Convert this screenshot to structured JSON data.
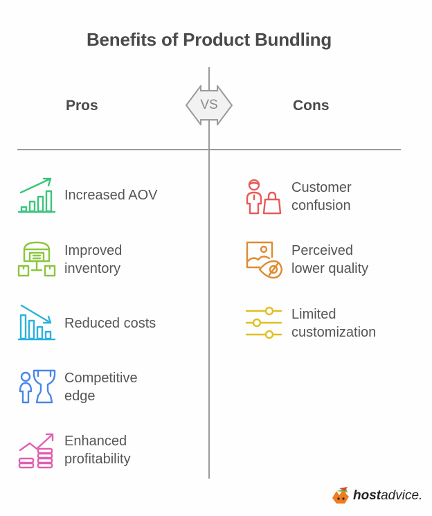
{
  "title": "Benefits of Product Bundling",
  "vs_label": "VS",
  "columns": {
    "pros": {
      "heading": "Pros",
      "items": [
        {
          "label": "Increased AOV",
          "icon": "bar-chart-growth-icon",
          "color": "#3cc47c"
        },
        {
          "label": "Improved\ninventory",
          "icon": "warehouse-distribution-icon",
          "color": "#8cc63f"
        },
        {
          "label": "Reduced costs",
          "icon": "bar-chart-decline-icon",
          "color": "#2ab1df"
        },
        {
          "label": "Competitive\nedge",
          "icon": "person-trophy-icon",
          "color": "#4a86e8"
        },
        {
          "label": "Enhanced\nprofitability",
          "icon": "coins-growth-icon",
          "color": "#e060b0"
        }
      ]
    },
    "cons": {
      "heading": "Cons",
      "items": [
        {
          "label": "Customer\nconfusion",
          "icon": "shopper-bag-icon",
          "color": "#e85a5a"
        },
        {
          "label": "Perceived\nlower quality",
          "icon": "image-hidden-eye-icon",
          "color": "#e08a30"
        },
        {
          "label": "Limited\ncustomization",
          "icon": "sliders-icon",
          "color": "#e0c020"
        }
      ]
    }
  },
  "logo": {
    "bold": "host",
    "light": "advice."
  }
}
